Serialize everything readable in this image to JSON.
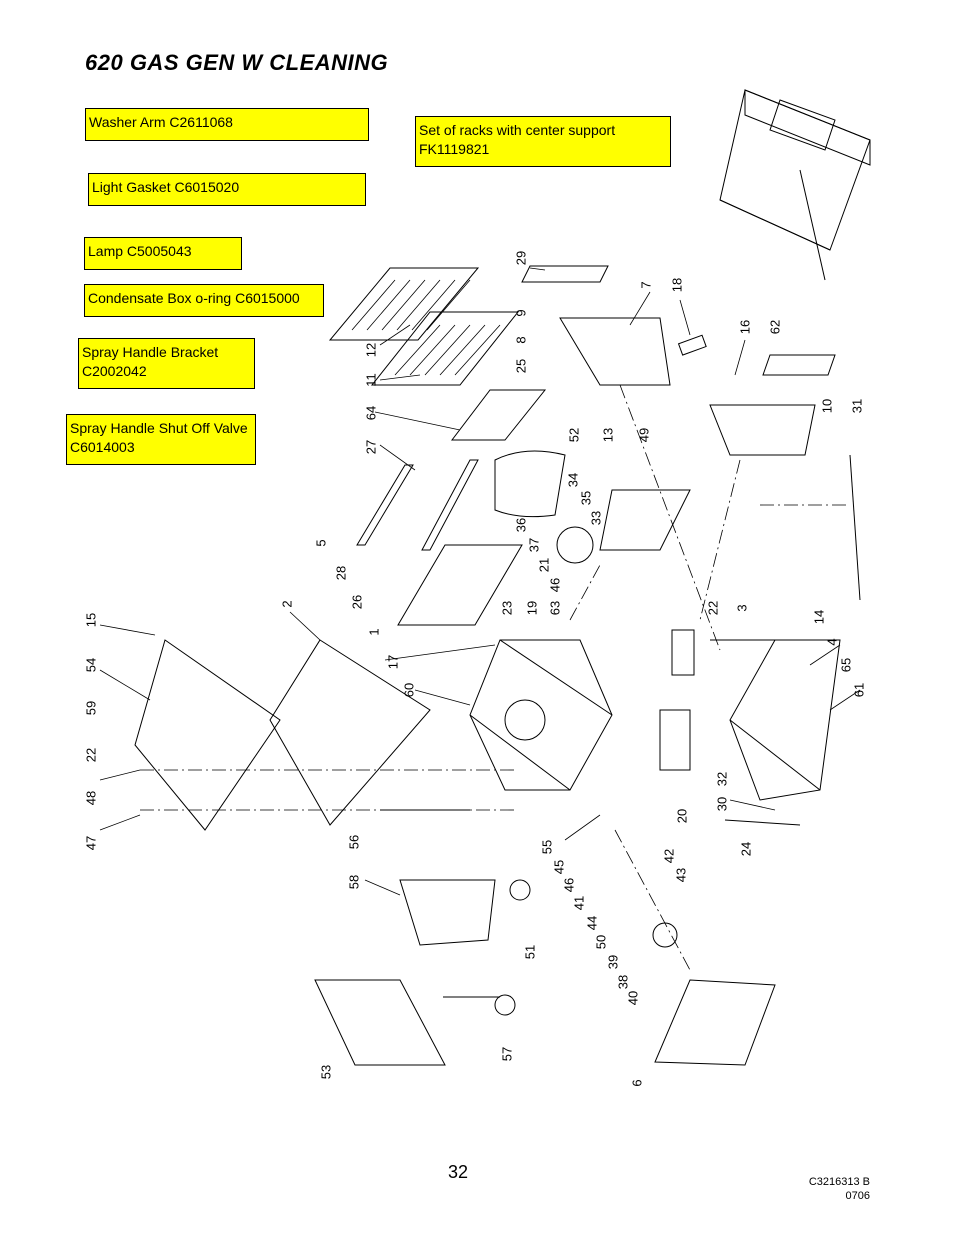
{
  "title": "620 GAS GEN W CLEANING",
  "callouts": [
    {
      "lines": [
        "Washer Arm C2611068"
      ]
    },
    {
      "lines": [
        "Set of racks with center support",
        "FK1119821"
      ]
    },
    {
      "lines": [
        "Light Gasket C6015020"
      ]
    },
    {
      "lines": [
        "Lamp C5005043"
      ]
    },
    {
      "lines": [
        "Condensate Box o-ring C6015000"
      ]
    },
    {
      "lines": [
        "Spray Handle Bracket",
        "C2002042"
      ]
    },
    {
      "lines": [
        "Spray Handle Shut Off Valve",
        "C6014003"
      ]
    }
  ],
  "part_numbers": [
    "29",
    "7",
    "18",
    "9",
    "8",
    "25",
    "16",
    "62",
    "12",
    "11",
    "64",
    "10",
    "31",
    "27",
    "52",
    "13",
    "49",
    "34",
    "35",
    "36",
    "33",
    "5",
    "37",
    "28",
    "21",
    "46",
    "26",
    "2",
    "23",
    "19",
    "63",
    "22",
    "3",
    "1",
    "15",
    "17",
    "14",
    "4",
    "54",
    "60",
    "65",
    "59",
    "61",
    "22",
    "32",
    "48",
    "30",
    "20",
    "47",
    "56",
    "55",
    "24",
    "45",
    "42",
    "58",
    "46",
    "43",
    "41",
    "44",
    "50",
    "51",
    "39",
    "38",
    "40",
    "53",
    "57",
    "6"
  ],
  "footer": {
    "page": "32",
    "doc_number": "C3216313 B",
    "date_code": "0706"
  },
  "colors": {
    "callout_fill": "#ffff00",
    "line": "#000000"
  }
}
